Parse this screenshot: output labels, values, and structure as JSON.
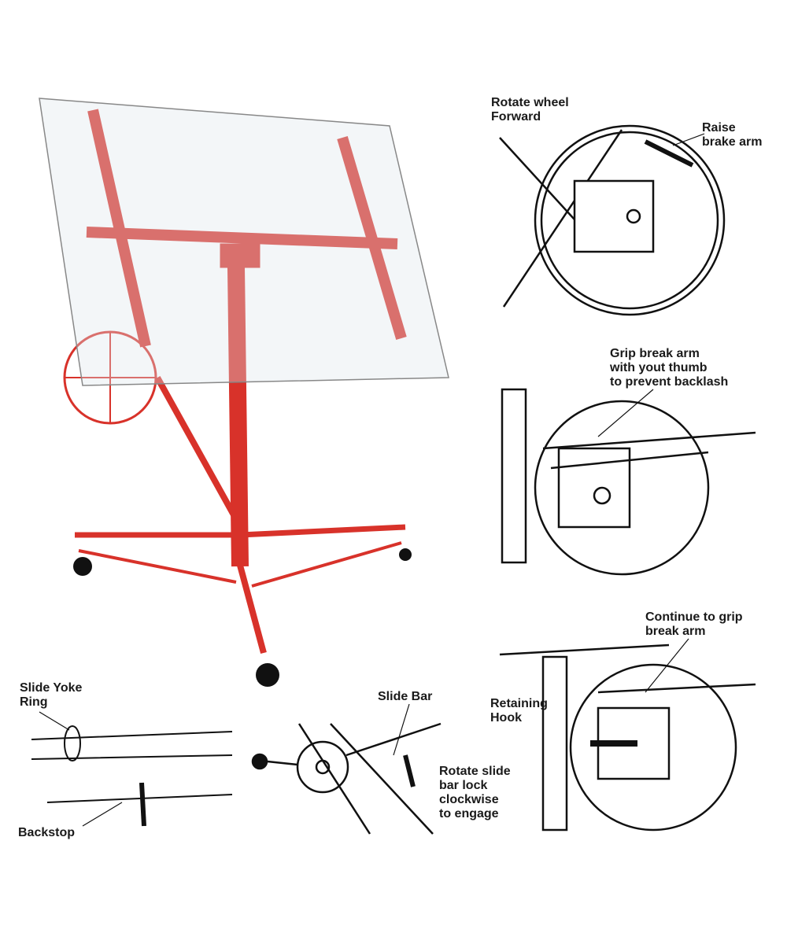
{
  "labels": {
    "rotate_wheel": "Rotate wheel\nForward",
    "raise_brake": "Raise\nbrake arm",
    "grip_brake": "Grip break arm\nwith yout thumb\nto prevent backlash",
    "continue_grip": "Continue to grip\nbreak arm",
    "retaining_hook": "Retaining\nHook",
    "slide_yoke": "Slide Yoke\nRing",
    "backstop": "Backstop",
    "slide_bar": "Slide Bar",
    "rotate_slide": "Rotate slide\nbar lock\nclockwise\nto engage"
  },
  "colors": {
    "lift": "#d8322a",
    "ink": "#1a1a1a"
  }
}
